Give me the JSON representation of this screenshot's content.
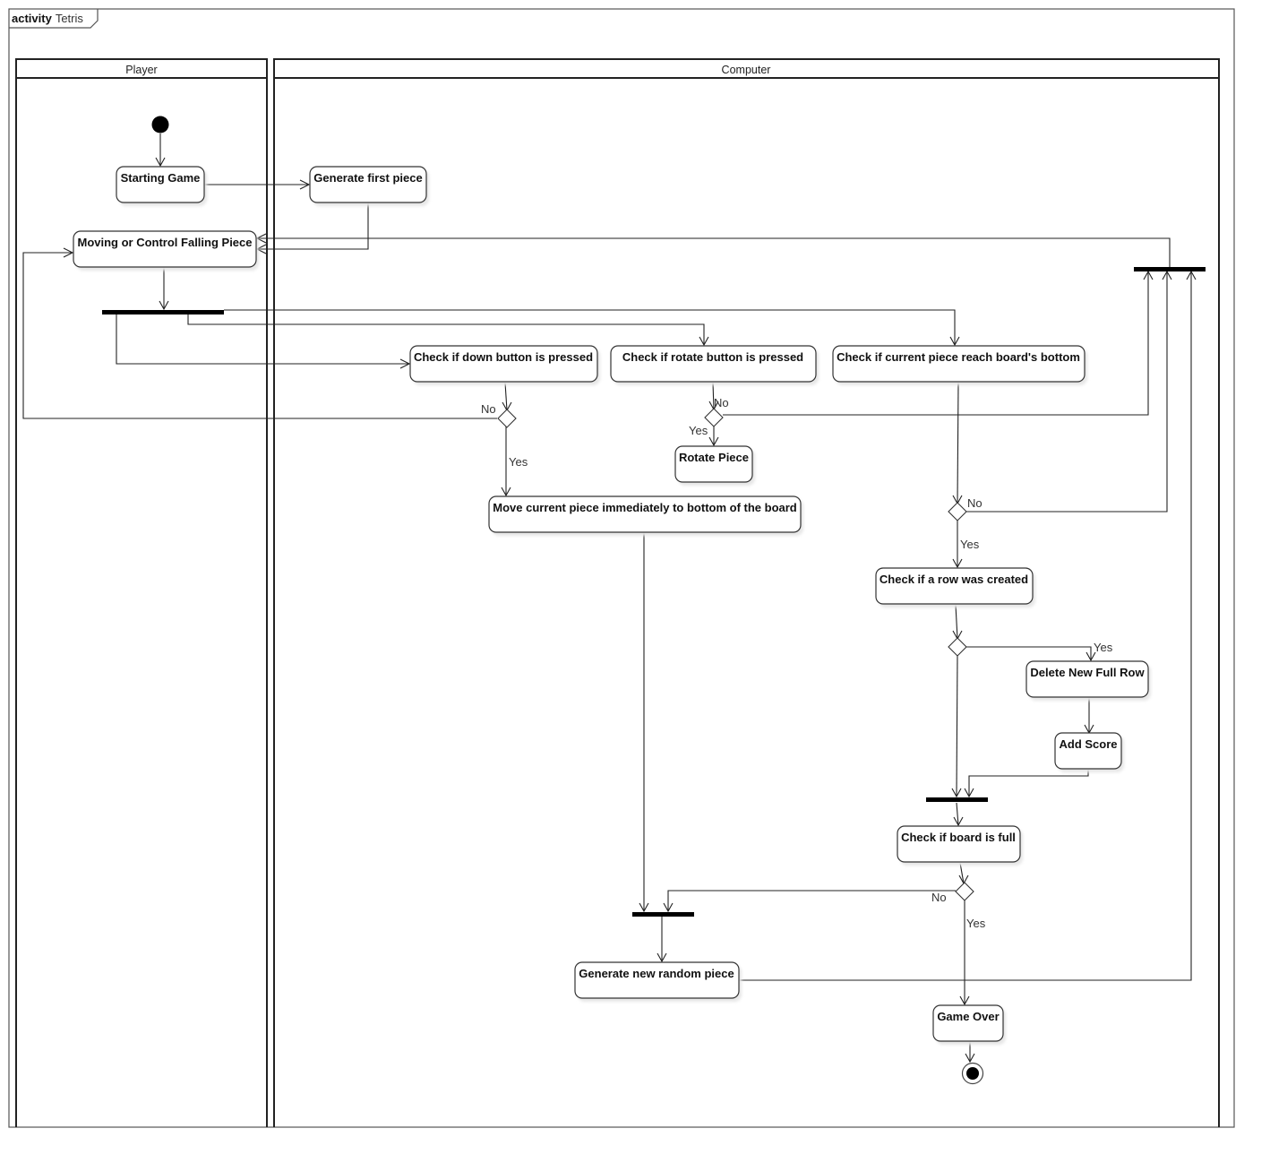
{
  "frame": {
    "keyword": "activity",
    "name": "Tetris"
  },
  "lanes": {
    "player": "Player",
    "computer": "Computer"
  },
  "actions": {
    "starting_game": "Starting Game",
    "generate_first_piece": "Generate first piece",
    "moving_control": "Moving or Control Falling Piece",
    "check_down": "Check if down button is pressed",
    "check_rotate": "Check if rotate button is pressed",
    "check_bottom": "Check if current piece reach board's bottom",
    "rotate_piece": "Rotate Piece",
    "move_to_bottom": "Move current piece immediately to bottom of the board",
    "check_row": "Check if a row was created",
    "delete_row": "Delete New Full Row",
    "add_score": "Add Score",
    "check_full": "Check if board is full",
    "generate_random": "Generate new random piece",
    "game_over": "Game Over"
  },
  "guards": {
    "down_no": "No",
    "down_yes": "Yes",
    "rotate_no": "No",
    "rotate_yes": "Yes",
    "bottom_no": "No",
    "bottom_yes": "Yes",
    "row_yes": "Yes",
    "full_no": "No",
    "full_yes": "Yes"
  }
}
